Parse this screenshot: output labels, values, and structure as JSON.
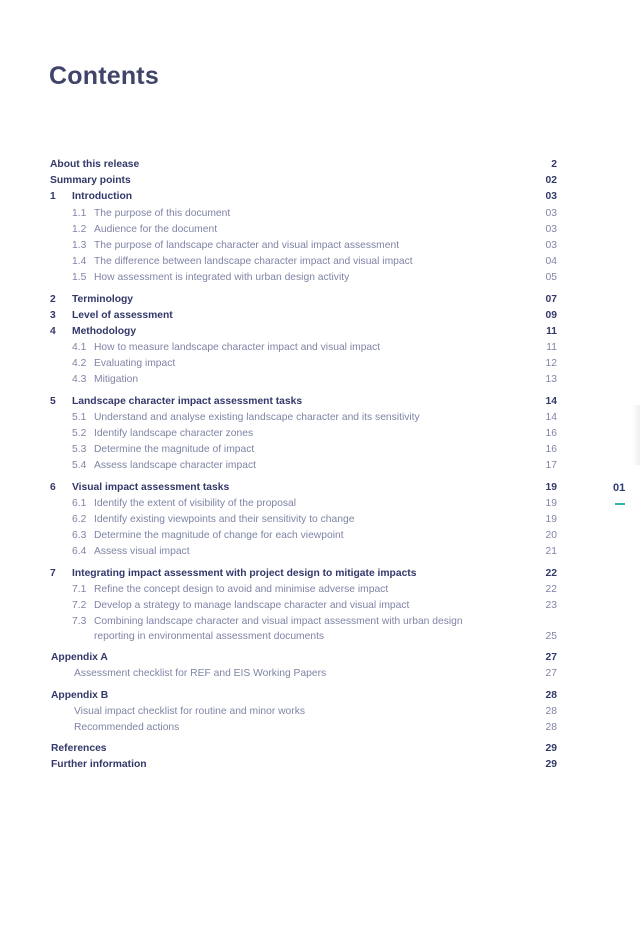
{
  "title": "Contents",
  "side_tab": "01",
  "toc": [
    {
      "kind": "sec-plain",
      "num": "",
      "text": "About this release",
      "page": "2"
    },
    {
      "kind": "sec-plain",
      "num": "",
      "text": "Summary points",
      "page": "02"
    },
    {
      "kind": "sec",
      "num": "1",
      "text": "Introduction",
      "page": "03"
    },
    {
      "kind": "sub",
      "num": "1.1",
      "text": "The purpose of this document",
      "page": "03"
    },
    {
      "kind": "sub",
      "num": "1.2",
      "text": "Audience for the document",
      "page": "03"
    },
    {
      "kind": "sub",
      "num": "1.3",
      "text": "The purpose of landscape character and visual impact assessment",
      "page": "03"
    },
    {
      "kind": "sub",
      "num": "1.4",
      "text": "The difference between landscape character impact and visual impact",
      "page": "04"
    },
    {
      "kind": "sub",
      "num": "1.5",
      "text": "How assessment is integrated with urban design activity",
      "page": "05"
    },
    {
      "kind": "sec",
      "num": "2",
      "text": "Terminology",
      "page": "07"
    },
    {
      "kind": "sec",
      "num": "3",
      "text": "Level of assessment",
      "page": "09"
    },
    {
      "kind": "sec",
      "num": "4",
      "text": "Methodology",
      "page": "11"
    },
    {
      "kind": "sub",
      "num": "4.1",
      "text": "How to measure landscape character impact and visual impact",
      "page": "11"
    },
    {
      "kind": "sub",
      "num": "4.2",
      "text": "Evaluating impact",
      "page": "12"
    },
    {
      "kind": "sub",
      "num": "4.3",
      "text": "Mitigation",
      "page": "13"
    },
    {
      "kind": "sec",
      "num": "5",
      "text": "Landscape character impact assessment tasks",
      "page": "14"
    },
    {
      "kind": "sub",
      "num": "5.1",
      "text": "Understand and analyse existing landscape character and its sensitivity",
      "page": "14"
    },
    {
      "kind": "sub",
      "num": "5.2",
      "text": "Identify landscape character zones",
      "page": "16"
    },
    {
      "kind": "sub",
      "num": "5.3",
      "text": "Determine the magnitude of impact",
      "page": "16"
    },
    {
      "kind": "sub",
      "num": "5.4",
      "text": "Assess landscape character impact",
      "page": "17"
    },
    {
      "kind": "sec",
      "num": "6",
      "text": "Visual impact assessment tasks",
      "page": "19"
    },
    {
      "kind": "sub",
      "num": "6.1",
      "text": "Identify the extent of visibility of the proposal",
      "page": "19"
    },
    {
      "kind": "sub",
      "num": "6.2",
      "text": "Identify existing viewpoints and their sensitivity to change",
      "page": "19"
    },
    {
      "kind": "sub",
      "num": "6.3",
      "text": "Determine the magnitude of change for each viewpoint",
      "page": "20"
    },
    {
      "kind": "sub",
      "num": "6.4",
      "text": "Assess visual impact",
      "page": "21"
    },
    {
      "kind": "sec",
      "num": "7",
      "text": "Integrating impact assessment with project design to mitigate impacts",
      "page": "22"
    },
    {
      "kind": "sub",
      "num": "7.1",
      "text": "Refine the concept design to avoid and minimise adverse impact",
      "page": "22"
    },
    {
      "kind": "sub",
      "num": "7.2",
      "text": "Develop a strategy to manage landscape character and visual impact",
      "page": "23"
    },
    {
      "kind": "sub-wrap",
      "num": "7.3",
      "text": "Combining landscape character and visual impact assessment with urban design",
      "page": ""
    },
    {
      "kind": "sub-cont",
      "num": "",
      "text": "reporting in environmental assessment documents",
      "page": "25"
    },
    {
      "kind": "sec-app",
      "num": "",
      "text": "Appendix A",
      "page": "27"
    },
    {
      "kind": "sub-plain",
      "num": "",
      "text": "Assessment checklist for REF and EIS Working Papers",
      "page": "27"
    },
    {
      "kind": "sec-app",
      "num": "",
      "text": "Appendix B",
      "page": "28"
    },
    {
      "kind": "sub-plain",
      "num": "",
      "text": "Visual impact checklist for routine and minor works",
      "page": "28"
    },
    {
      "kind": "sub-plain",
      "num": "",
      "text": "Recommended actions",
      "page": "28"
    },
    {
      "kind": "sec-app",
      "num": "",
      "text": "References",
      "page": "29"
    },
    {
      "kind": "sec-app",
      "num": "",
      "text": "Further information",
      "page": "29"
    }
  ]
}
